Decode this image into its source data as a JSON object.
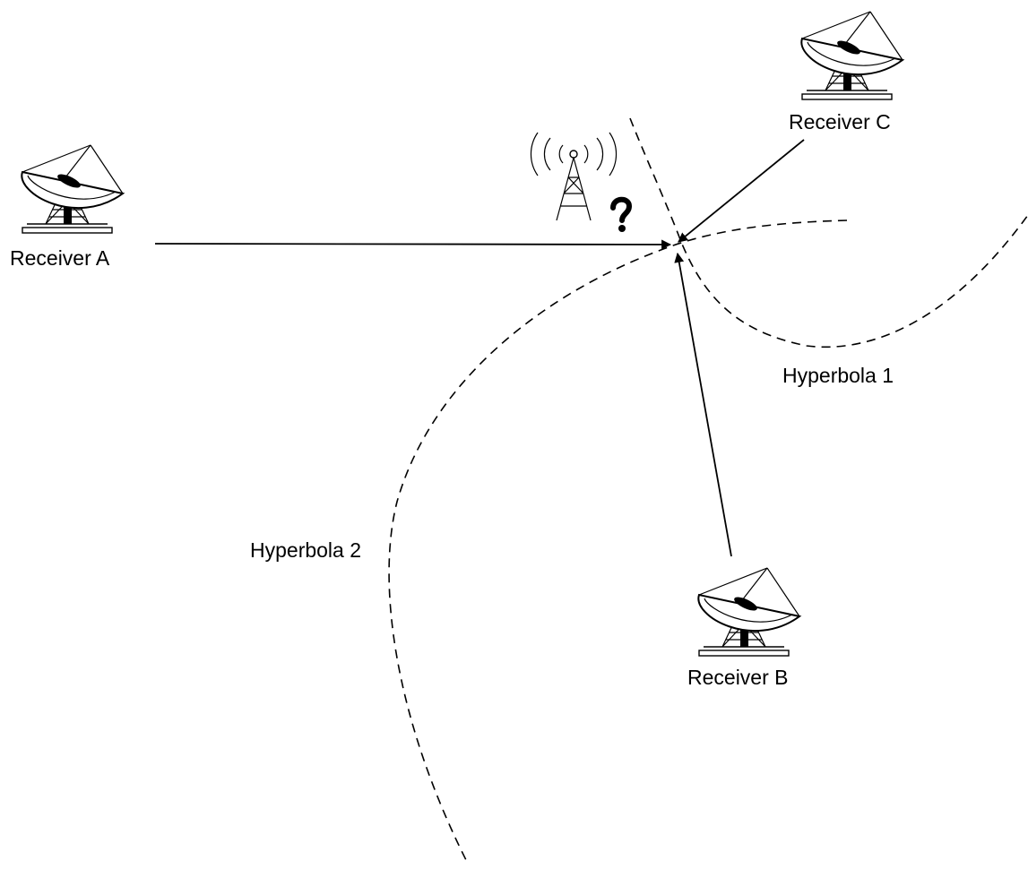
{
  "receivers": [
    {
      "id": "A",
      "label": "Receiver A"
    },
    {
      "id": "B",
      "label": "Receiver B"
    },
    {
      "id": "C",
      "label": "Receiver C"
    }
  ],
  "hyperbolas": [
    {
      "id": "1",
      "label": "Hyperbola 1"
    },
    {
      "id": "2",
      "label": "Hyperbola 2"
    }
  ],
  "unknown_source": {
    "icon": "radio-tower-icon",
    "marker_icon": "question-mark-icon"
  },
  "colors": {
    "stroke": "#000000",
    "background": "#ffffff"
  }
}
